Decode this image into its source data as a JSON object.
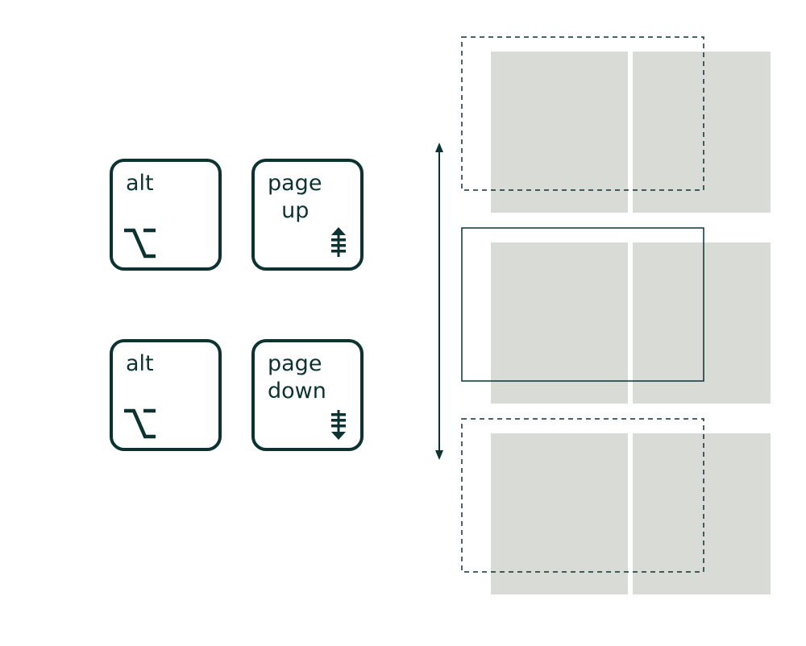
{
  "keys": [
    {
      "id": "alt-1",
      "label": "alt",
      "icon": "option-key-icon"
    },
    {
      "id": "page-up",
      "label": "page\n  up",
      "icon": "page-up-arrow-icon"
    },
    {
      "id": "alt-2",
      "label": "alt",
      "icon": "option-key-icon"
    },
    {
      "id": "page-down",
      "label": "page\ndown",
      "icon": "page-down-arrow-icon"
    }
  ],
  "colors": {
    "accent": "#0c3332",
    "page": "#d9dbd7",
    "background": "#ffffff"
  },
  "viewport_states": [
    "previous-page",
    "current",
    "next-page"
  ]
}
